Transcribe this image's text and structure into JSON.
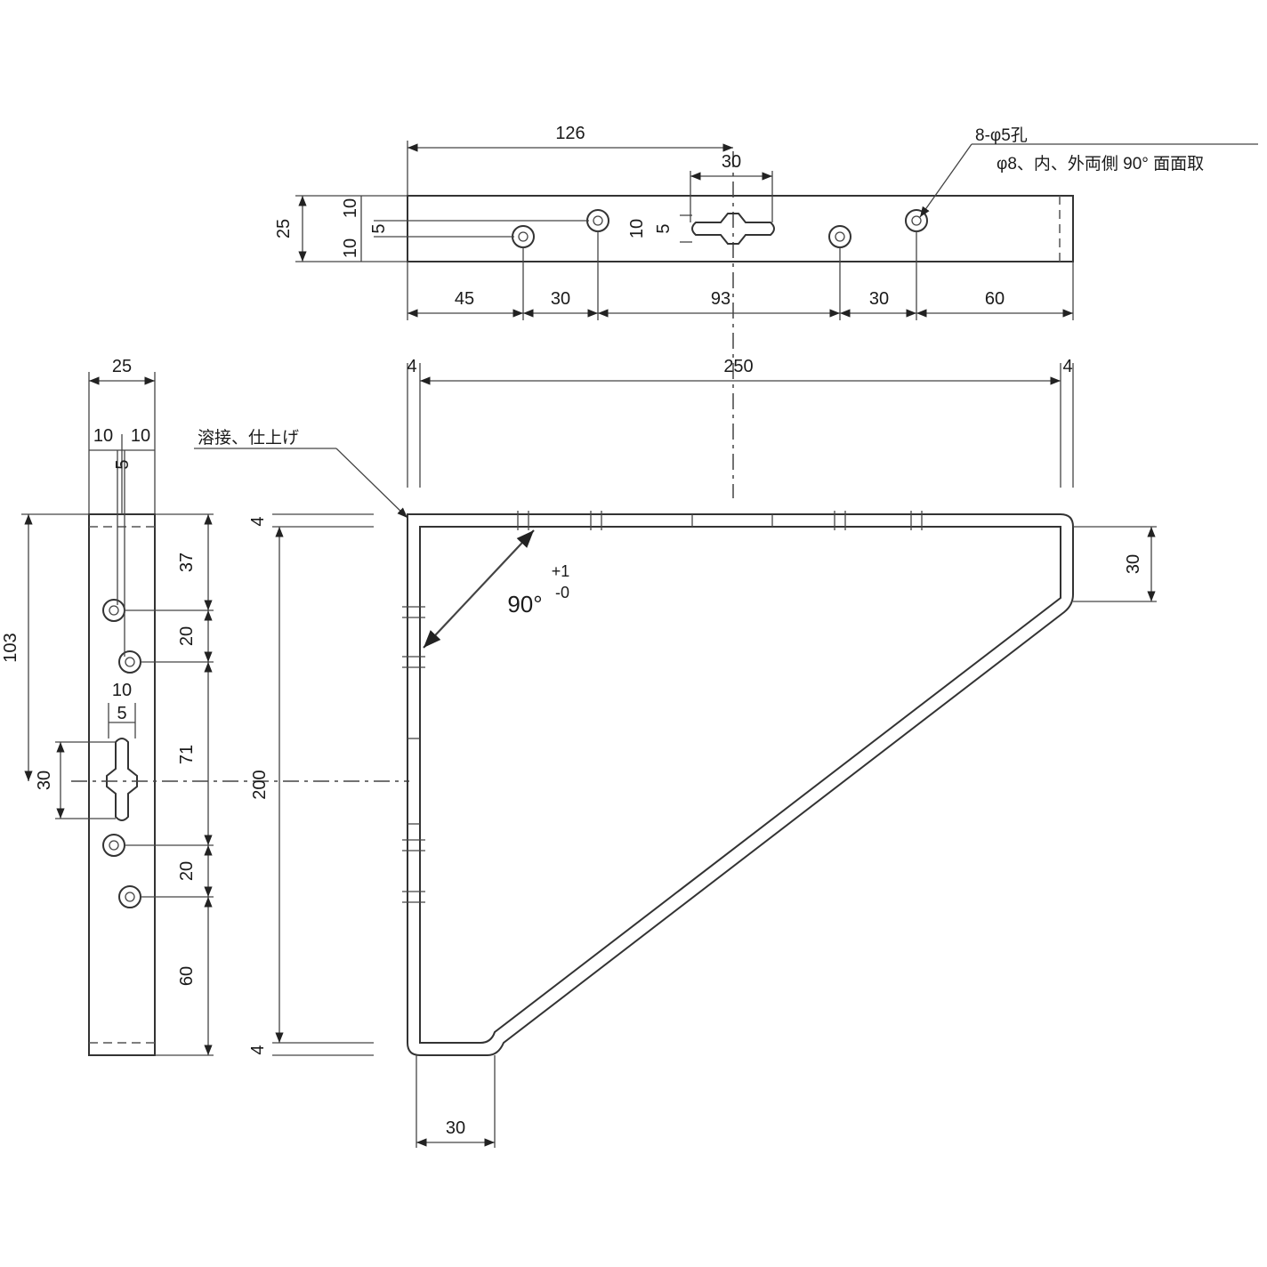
{
  "top_view": {
    "overall_126": "126",
    "slot_30": "30",
    "height_25": "25",
    "upper_10": "10",
    "lower_10": "10",
    "offset_5": "5",
    "slot_10": "10",
    "slot_5": "5",
    "seg_45": "45",
    "seg_30a": "30",
    "seg_93": "93",
    "seg_30b": "30",
    "seg_60": "60"
  },
  "hole_note": {
    "line1": "8-φ5孔",
    "line2": "φ8、内、外両側 90° 面面取"
  },
  "side_view": {
    "width_25": "25",
    "left_10": "10",
    "right_10": "10",
    "offset_5": "5",
    "seg_37": "37",
    "seg_20a": "20",
    "seg_71": "71",
    "seg_20b": "20",
    "seg_60": "60",
    "span_103": "103",
    "slot_30": "30",
    "slot_10": "10",
    "slot_5": "5"
  },
  "front_view": {
    "left_4": "4",
    "span_250": "250",
    "right_4": "4",
    "weld_note": "溶接、仕上げ",
    "top_4": "4",
    "height_200": "200",
    "bottom_4": "4",
    "angle": "90°",
    "tol_plus": "+1",
    "tol_minus": "-0",
    "foot_30_right": "30",
    "foot_30_bottom": "30"
  }
}
